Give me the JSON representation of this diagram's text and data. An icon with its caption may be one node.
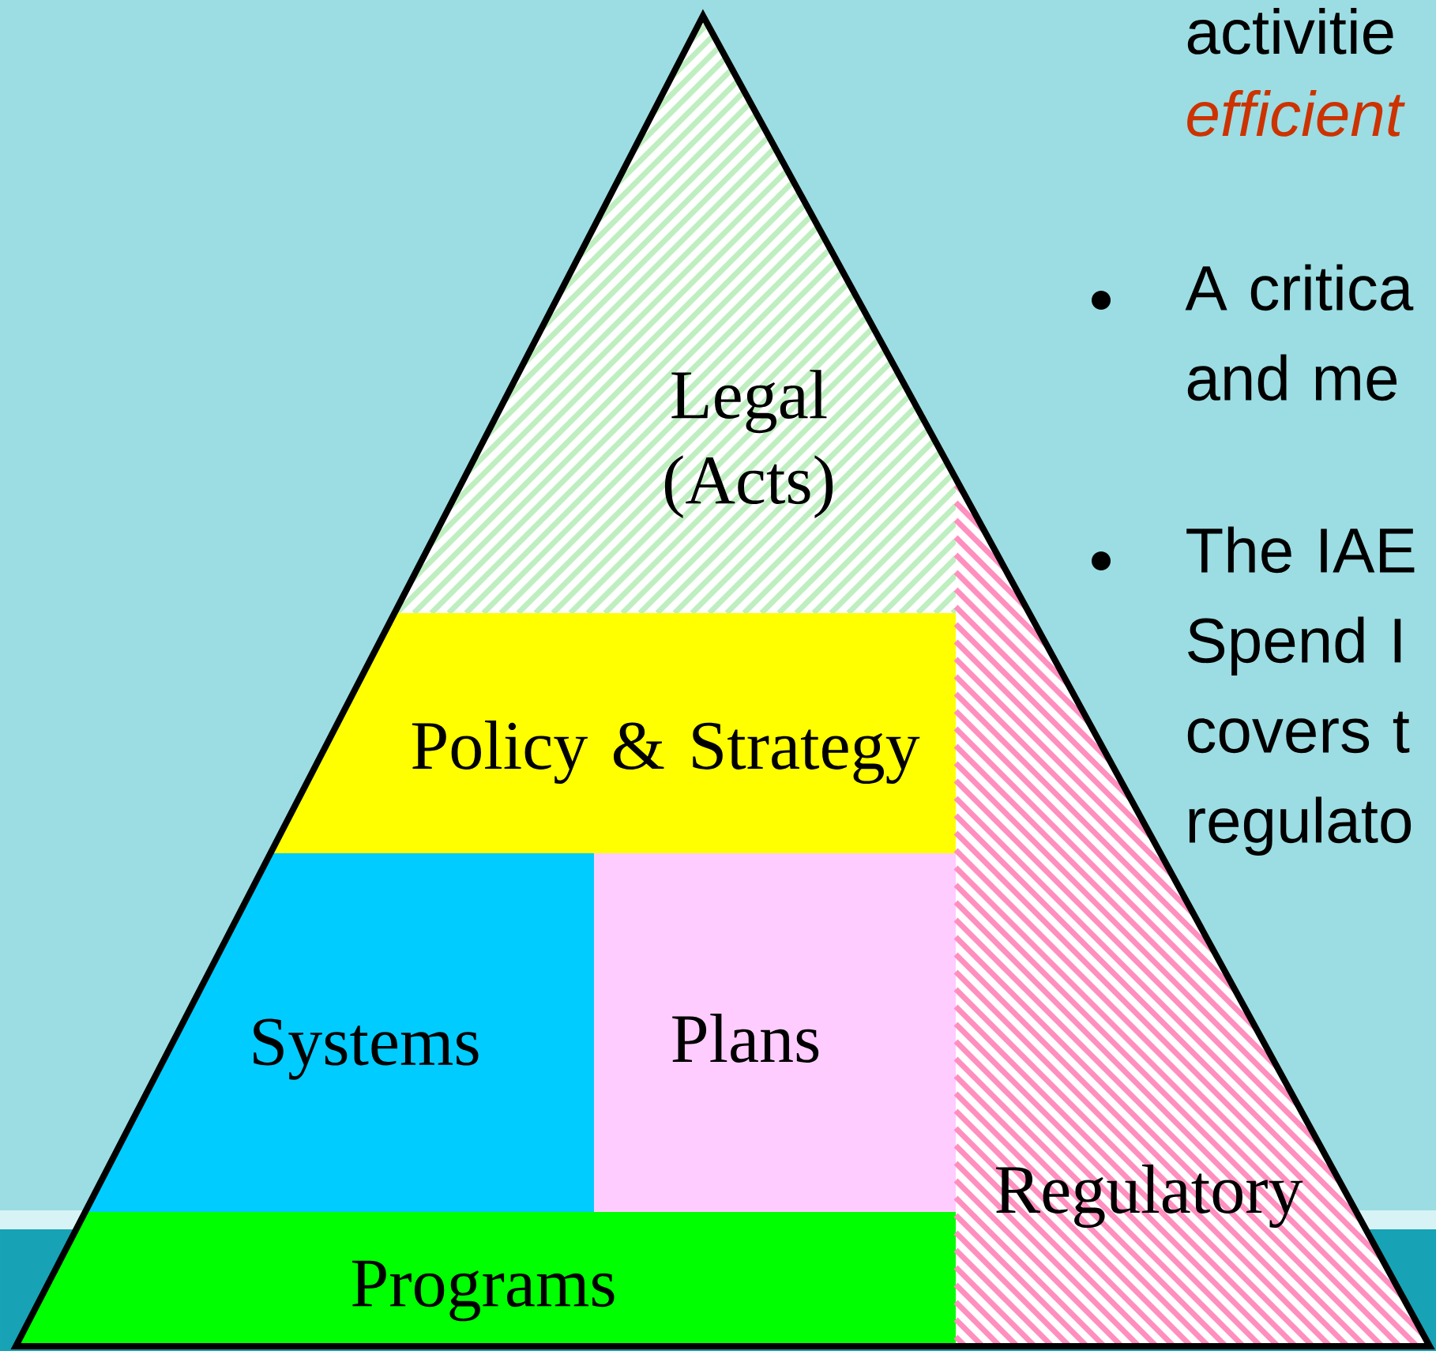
{
  "diagram": {
    "nodes": [
      {
        "text": [
          "Legal (Acts)"
        ]
      },
      {
        "text": [
          "Policy & Strategy"
        ]
      },
      {
        "text": [
          "Systems"
        ]
      },
      {
        "text": [
          "Plans"
        ]
      },
      {
        "text": [
          "Programs"
        ]
      },
      {
        "text": [
          "Regulatory"
        ]
      }
    ],
    "labels": [
      "activitie",
      "efficient",
      "A critica and me",
      "The IAE Spend I covers t regulato"
    ]
  }
}
